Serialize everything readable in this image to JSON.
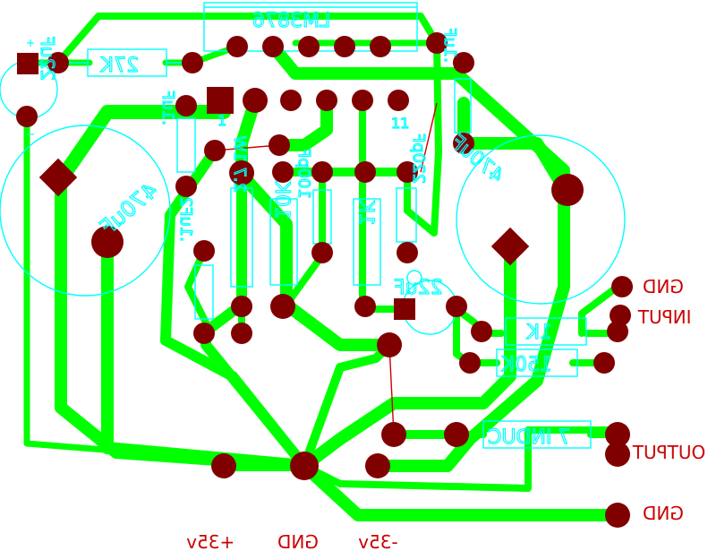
{
  "board": {
    "colors": {
      "trace": "#00ff00",
      "pad": "#800000",
      "silkscreen": "#00ffff",
      "jumper": "#cc0000",
      "connector_text": "#cc0000",
      "background": "#ffffff"
    },
    "labels": {
      "ic": "LM3876",
      "r_27k": "27K",
      "c_22uf_left": "22uF",
      "c_470uf_left": "470uF",
      "c_1uf_a": ".1uF",
      "c_1uf_b": ".1uF",
      "c_1uf_c": ".1uF2",
      "r_27": "2.7 1W",
      "r_10k": "10K",
      "c_100pf": "100pF",
      "r_1k_mid": "1K",
      "c_220pf": "220pF",
      "c_470uf_right": "470uF",
      "c_22uf_mid": "22uF",
      "r_1k_right": "1K",
      "r_150k": "150K",
      "l_7induc": "7 INDUC",
      "pin_1": "1",
      "pin_11": "11"
    },
    "connectors": {
      "gnd_top": "GND",
      "input": "INPUT",
      "output": "OUTPUT",
      "gnd_bottom": "GND",
      "v_plus": "+35v",
      "gnd_mid": "GND",
      "v_minus": "-35v"
    }
  }
}
